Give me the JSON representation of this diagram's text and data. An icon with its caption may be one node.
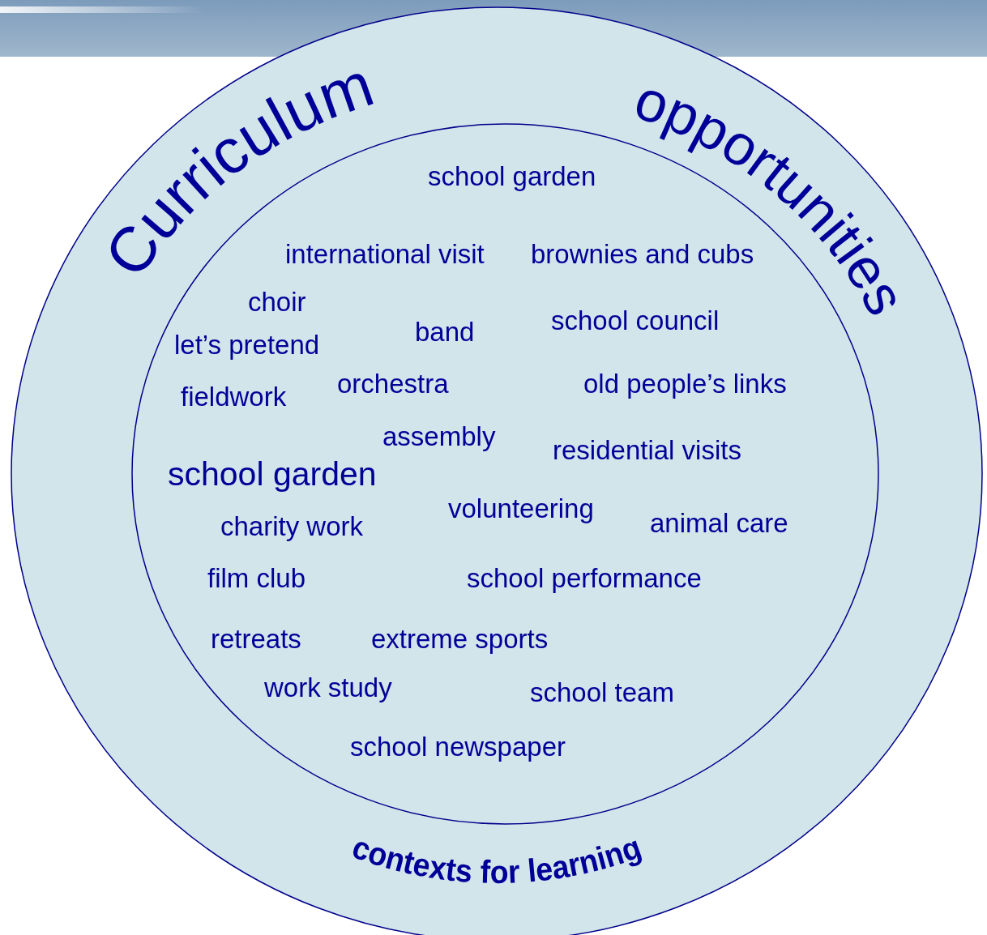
{
  "diagram": {
    "nodes": [
      {
        "text": [
          "Curriculum",
          "opportunities",
          "contexts for learning"
        ]
      },
      {
        "text": [
          "school garden",
          "international visit",
          "brownies and cubs",
          "choir",
          "let’s pretend",
          "band",
          "school council",
          "fieldwork",
          "orchestra",
          "old people’s links",
          "assembly",
          "residential visits",
          "school garden",
          "charity work",
          "volunteering",
          "animal care",
          "film club",
          "school performance",
          "retreats",
          "extreme sports",
          "work study",
          "school team",
          "school newspaper"
        ],
        "in": 0
      }
    ]
  }
}
